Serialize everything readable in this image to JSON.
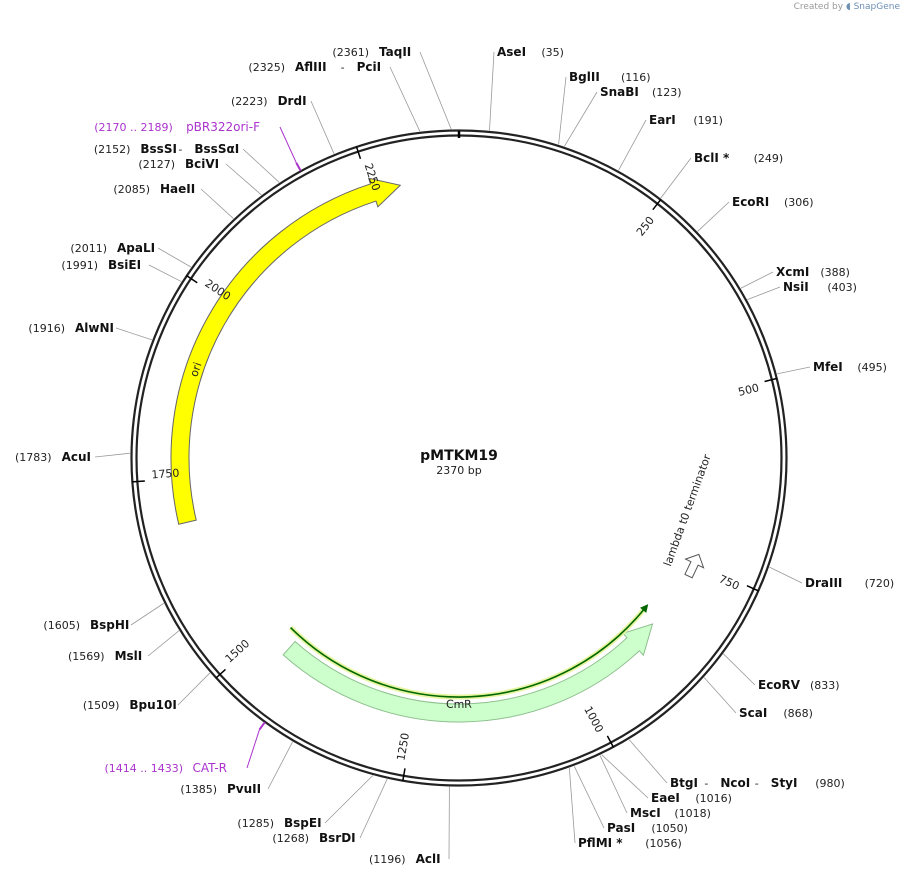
{
  "credit": {
    "prefix": "Created by",
    "brand": "SnapGene"
  },
  "plasmid": {
    "name": "pMTKM19",
    "size_label": "2370 bp",
    "length": 2370
  },
  "colors": {
    "backbone": "#222222",
    "ori_fill": "#ffff00",
    "cmr_fill": "#ccffcc",
    "cmr_stroke": "#8fbf8f",
    "primer": "#aa33cc",
    "orf_outer": "#e6f5a0",
    "orf_inner": "#006600",
    "leader": "#999999"
  },
  "ticks": [
    {
      "pos": 250,
      "label": "250"
    },
    {
      "pos": 500,
      "label": "500"
    },
    {
      "pos": 750,
      "label": "750"
    },
    {
      "pos": 1000,
      "label": "1000"
    },
    {
      "pos": 1250,
      "label": "1250"
    },
    {
      "pos": 1500,
      "label": "1500"
    },
    {
      "pos": 1750,
      "label": "1750"
    },
    {
      "pos": 2000,
      "label": "2000"
    },
    {
      "pos": 2250,
      "label": "2250"
    }
  ],
  "features": [
    {
      "name": "ori",
      "start": 1690,
      "end": 2290,
      "direction": "cw",
      "type": "ori",
      "label": "ori"
    },
    {
      "name": "CmR",
      "start": 1460,
      "end": 860,
      "direction": "ccw",
      "type": "cmr",
      "label": "CmR"
    },
    {
      "name": "lambda t0 terminator",
      "pos": 760,
      "type": "terminator",
      "label": "lambda t0 terminator"
    }
  ],
  "orf": {
    "from": 1480,
    "to": 850
  },
  "primers": [
    {
      "range": "(2170 .. 2189)",
      "name": "pBR322ori-F",
      "pos": 2180
    },
    {
      "range": "(1414 .. 1433)",
      "name": "CAT-R",
      "pos": 1424
    }
  ],
  "sites": [
    {
      "name": "TaqII",
      "pos": 2361,
      "pos_label": "(2361)"
    },
    {
      "name": "AflIII",
      "name2": "PciI",
      "pos": 2325,
      "pos_label": "(2325)"
    },
    {
      "name": "AseI",
      "pos": 35,
      "pos_label": "(35)"
    },
    {
      "name": "BglII",
      "pos": 116,
      "pos_label": "(116)"
    },
    {
      "name": "SnaBI",
      "pos": 123,
      "pos_label": "(123)"
    },
    {
      "name": "EarI",
      "pos": 191,
      "pos_label": "(191)"
    },
    {
      "name": "BclI *",
      "pos": 249,
      "pos_label": "(249)"
    },
    {
      "name": "EcoRI",
      "pos": 306,
      "pos_label": "(306)"
    },
    {
      "name": "XcmI",
      "pos": 388,
      "pos_label": "(388)"
    },
    {
      "name": "NsiI",
      "pos": 403,
      "pos_label": "(403)"
    },
    {
      "name": "MfeI",
      "pos": 495,
      "pos_label": "(495)"
    },
    {
      "name": "DraIII",
      "pos": 720,
      "pos_label": "(720)"
    },
    {
      "name": "EcoRV",
      "pos": 833,
      "pos_label": "(833)"
    },
    {
      "name": "ScaI",
      "pos": 868,
      "pos_label": "(868)"
    },
    {
      "name": "BtgI",
      "name2": "NcoI",
      "name3": "StyI",
      "pos": 980,
      "pos_label": "(980)"
    },
    {
      "name": "EaeI",
      "pos": 1016,
      "pos_label": "(1016)"
    },
    {
      "name": "MscI",
      "pos": 1018,
      "pos_label": "(1018)"
    },
    {
      "name": "PasI",
      "pos": 1050,
      "pos_label": "(1050)"
    },
    {
      "name": "PflMI *",
      "pos": 1056,
      "pos_label": "(1056)"
    },
    {
      "name": "AclI",
      "pos": 1196,
      "pos_label": "(1196)"
    },
    {
      "name": "BsrDI",
      "pos": 1268,
      "pos_label": "(1268)"
    },
    {
      "name": "BspEI",
      "pos": 1285,
      "pos_label": "(1285)"
    },
    {
      "name": "PvuII",
      "pos": 1385,
      "pos_label": "(1385)"
    },
    {
      "name": "Bpu10I",
      "pos": 1509,
      "pos_label": "(1509)"
    },
    {
      "name": "MslI",
      "pos": 1569,
      "pos_label": "(1569)"
    },
    {
      "name": "BspHI",
      "pos": 1605,
      "pos_label": "(1605)"
    },
    {
      "name": "AcuI",
      "pos": 1783,
      "pos_label": "(1783)"
    },
    {
      "name": "AlwNI",
      "pos": 1916,
      "pos_label": "(1916)"
    },
    {
      "name": "BsiEI",
      "pos": 1991,
      "pos_label": "(1991)"
    },
    {
      "name": "ApaLI",
      "pos": 2011,
      "pos_label": "(2011)"
    },
    {
      "name": "HaeII",
      "pos": 2085,
      "pos_label": "(2085)"
    },
    {
      "name": "BciVI",
      "pos": 2127,
      "pos_label": "(2127)"
    },
    {
      "name": "BssSI",
      "name2": "BssSαI",
      "pos": 2152,
      "pos_label": "(2152)"
    },
    {
      "name": "DrdI",
      "pos": 2223,
      "pos_label": "(2223)"
    }
  ]
}
